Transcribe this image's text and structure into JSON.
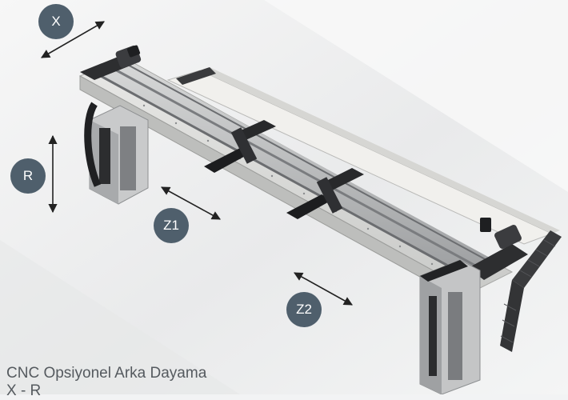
{
  "axis_labels": {
    "x": "X",
    "r": "R",
    "z1": "Z1",
    "z2": "Z2"
  },
  "caption": {
    "line1": "CNC Opsiyonel Arka Dayama",
    "line2": "X - R"
  },
  "colors": {
    "badge": "#4f5f6c",
    "arrow": "#222222",
    "background": "#f2f3f4",
    "caption_text": "#555a5f"
  }
}
